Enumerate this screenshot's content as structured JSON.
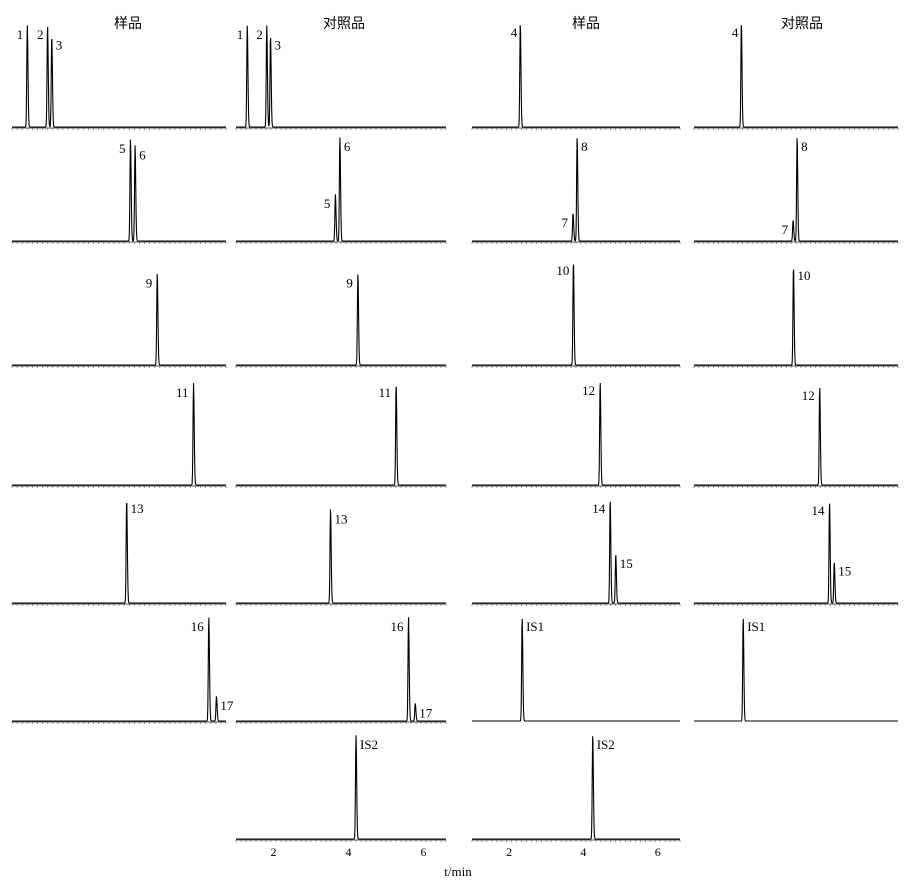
{
  "chart_data": {
    "type": "line",
    "figure_kind": "chromatogram-grid",
    "x_axis_label": "t/min",
    "x_ticks": [
      2,
      4,
      6
    ],
    "xlim": [
      1,
      6.6
    ],
    "column_titles": [
      "样品",
      "对照品",
      "样品",
      "对照品"
    ],
    "panels": [
      {
        "row": 0,
        "col": 0,
        "peaks": [
          {
            "label": "1",
            "t": 1.4,
            "h": 0.98
          },
          {
            "label": "2",
            "t": 1.93,
            "h": 0.98
          },
          {
            "label": "3",
            "t": 2.04,
            "h": 0.88
          }
        ]
      },
      {
        "row": 0,
        "col": 1,
        "peaks": [
          {
            "label": "1",
            "t": 1.3,
            "h": 0.98
          },
          {
            "label": "2",
            "t": 1.82,
            "h": 0.98
          },
          {
            "label": "3",
            "t": 1.92,
            "h": 0.88
          }
        ]
      },
      {
        "row": 0,
        "col": 2,
        "peaks": [
          {
            "label": "4",
            "t": 2.3,
            "h": 1.0
          }
        ]
      },
      {
        "row": 0,
        "col": 3,
        "peaks": [
          {
            "label": "4",
            "t": 2.3,
            "h": 1.0
          }
        ]
      },
      {
        "row": 1,
        "col": 0,
        "peaks": [
          {
            "label": "5",
            "t": 4.1,
            "h": 0.98
          },
          {
            "label": "6",
            "t": 4.22,
            "h": 0.92
          }
        ]
      },
      {
        "row": 1,
        "col": 1,
        "peaks": [
          {
            "label": "5",
            "t": 3.65,
            "h": 0.45
          },
          {
            "label": "6",
            "t": 3.77,
            "h": 1.0
          }
        ]
      },
      {
        "row": 1,
        "col": 2,
        "peaks": [
          {
            "label": "7",
            "t": 3.72,
            "h": 0.27
          },
          {
            "label": "8",
            "t": 3.83,
            "h": 1.0
          }
        ]
      },
      {
        "row": 1,
        "col": 3,
        "peaks": [
          {
            "label": "7",
            "t": 3.72,
            "h": 0.2
          },
          {
            "label": "8",
            "t": 3.83,
            "h": 1.0
          }
        ]
      },
      {
        "row": 2,
        "col": 0,
        "peaks": [
          {
            "label": "9",
            "t": 4.8,
            "h": 0.88
          }
        ]
      },
      {
        "row": 2,
        "col": 1,
        "peaks": [
          {
            "label": "9",
            "t": 4.25,
            "h": 0.88
          }
        ]
      },
      {
        "row": 2,
        "col": 2,
        "peaks": [
          {
            "label": "10",
            "t": 3.73,
            "h": 1.0
          }
        ]
      },
      {
        "row": 2,
        "col": 3,
        "peaks": [
          {
            "label": "10",
            "t": 3.73,
            "h": 0.95
          }
        ]
      },
      {
        "row": 3,
        "col": 0,
        "peaks": [
          {
            "label": "11",
            "t": 5.75,
            "h": 0.98
          }
        ]
      },
      {
        "row": 3,
        "col": 1,
        "peaks": [
          {
            "label": "11",
            "t": 5.27,
            "h": 0.98
          }
        ]
      },
      {
        "row": 3,
        "col": 2,
        "peaks": [
          {
            "label": "12",
            "t": 4.45,
            "h": 1.0
          }
        ]
      },
      {
        "row": 3,
        "col": 3,
        "peaks": [
          {
            "label": "12",
            "t": 4.45,
            "h": 0.95
          }
        ]
      },
      {
        "row": 4,
        "col": 0,
        "peaks": [
          {
            "label": "13",
            "t": 4.0,
            "h": 1.0
          }
        ]
      },
      {
        "row": 4,
        "col": 1,
        "peaks": [
          {
            "label": "13",
            "t": 3.52,
            "h": 0.9
          }
        ]
      },
      {
        "row": 4,
        "col": 2,
        "peaks": [
          {
            "label": "14",
            "t": 4.72,
            "h": 1.0
          },
          {
            "label": "15",
            "t": 4.87,
            "h": 0.47
          }
        ]
      },
      {
        "row": 4,
        "col": 3,
        "peaks": [
          {
            "label": "14",
            "t": 4.72,
            "h": 0.98
          },
          {
            "label": "15",
            "t": 4.85,
            "h": 0.4
          }
        ]
      },
      {
        "row": 5,
        "col": 0,
        "peaks": [
          {
            "label": "16",
            "t": 6.15,
            "h": 1.0
          },
          {
            "label": "17",
            "t": 6.35,
            "h": 0.24
          }
        ]
      },
      {
        "row": 5,
        "col": 1,
        "peaks": [
          {
            "label": "16",
            "t": 5.6,
            "h": 1.0
          },
          {
            "label": "17",
            "t": 5.78,
            "h": 0.17
          }
        ]
      },
      {
        "row": 5,
        "col": 2,
        "peaks": [
          {
            "label": "IS1",
            "t": 2.35,
            "h": 1.0
          }
        ],
        "no_axis": true
      },
      {
        "row": 5,
        "col": 3,
        "peaks": [
          {
            "label": "IS1",
            "t": 2.35,
            "h": 1.0
          }
        ],
        "no_axis": true
      },
      {
        "row": 6,
        "col": 1,
        "peaks": [
          {
            "label": "IS2",
            "t": 4.2,
            "h": 1.0
          }
        ]
      },
      {
        "row": 6,
        "col": 2,
        "peaks": [
          {
            "label": "IS2",
            "t": 4.25,
            "h": 1.0
          }
        ]
      }
    ]
  }
}
